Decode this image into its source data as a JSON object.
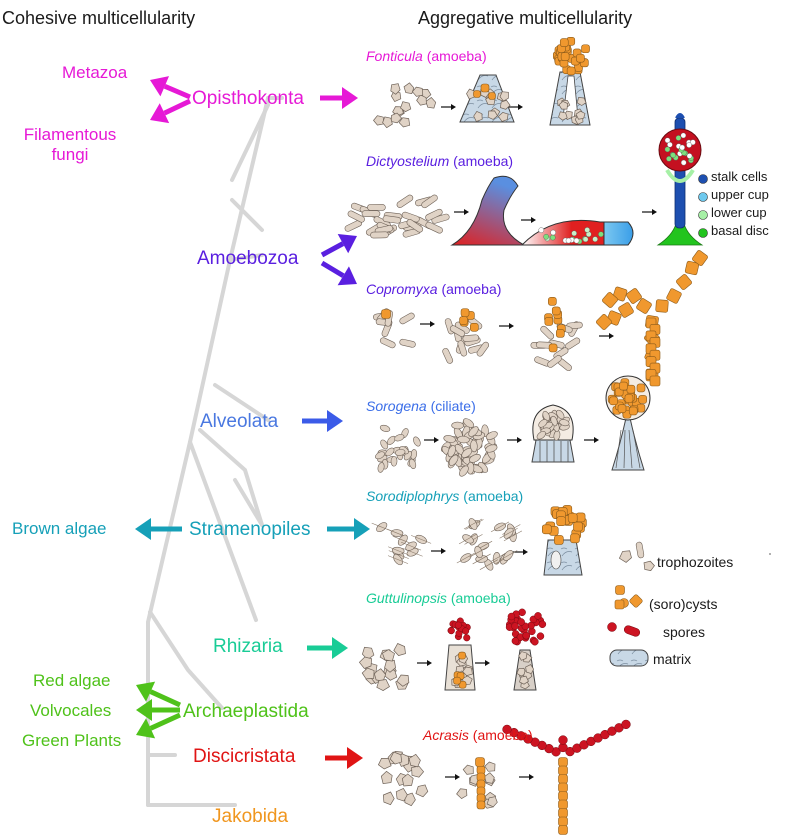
{
  "headings": {
    "cohesive": "Cohesive multicellularity",
    "aggregative": "Aggregative multicellularity"
  },
  "groups": {
    "opisthokonta": "Opisthokonta",
    "amoebozoa": "Amoebozoa",
    "alveolata": "Alveolata",
    "stramenopiles": "Stramenopiles",
    "rhizaria": "Rhizaria",
    "archaeplastida": "Archaeplastida",
    "discicristata": "Discicristata",
    "jakobida": "Jakobida"
  },
  "cohesive_lineages": {
    "metazoa": "Metazoa",
    "filamentous_fungi_1": "Filamentous",
    "filamentous_fungi_2": "fungi",
    "brown_algae": "Brown algae",
    "red_algae": "Red algae",
    "volvocales": "Volvocales",
    "green_plants": "Green Plants"
  },
  "genera": {
    "fonticula": {
      "name": "Fonticula",
      "type": "(amoeba)"
    },
    "dictyostelium": {
      "name": "Dictyostelium",
      "type": "(amoeba)"
    },
    "copromyxa": {
      "name": "Copromyxa",
      "type": "(amoeba)"
    },
    "sorogena": {
      "name": "Sorogena",
      "type": "(ciliate)"
    },
    "sorodiplophrys": {
      "name": "Sorodiplophrys",
      "type": "(amoeba)"
    },
    "guttulinopsis": {
      "name": "Guttulinopsis",
      "type": "(amoeba)"
    },
    "acrasis": {
      "name": "Acrasis",
      "type": "(amoeba)"
    }
  },
  "dicty_legend": [
    "stalk cells",
    "upper cup",
    "lower cup",
    "basal disc"
  ],
  "cell_legend": {
    "trophozoites": "trophozoites",
    "cysts": "(soro)cysts",
    "spores": "spores",
    "matrix": "matrix"
  },
  "colors": {
    "opisthokonta": "#e619d6",
    "amoebozoa": "#5a1fe0",
    "alveolata": "#3b5be8",
    "alveolata_text": "#4a78e0",
    "stramenopiles": "#16a0b8",
    "rhizaria": "#19cc96",
    "archaeplastida": "#4fc21a",
    "discicristata": "#e01414",
    "jakobida": "#f0961e",
    "tree": "#d6d6d6",
    "cell": "#e0d3c6",
    "cyst": "#f0982e",
    "spore": "#cc1422",
    "matrix": "#c8d8e6",
    "stalk": "#1d4fb0",
    "upper_cup": "#6ec9ee",
    "lower_cup": "#a6f0a6",
    "basal_disc": "#22c41e"
  }
}
